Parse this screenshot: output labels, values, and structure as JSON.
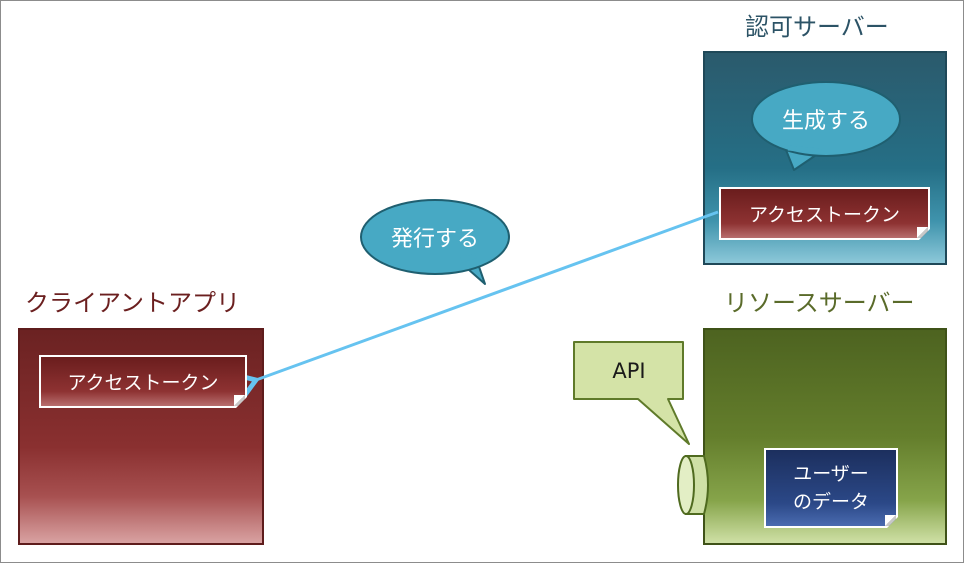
{
  "servers": {
    "auth": {
      "title": "認可サーバー",
      "token_label": "アクセストークン",
      "bubble": "生成する"
    },
    "client": {
      "title": "クライアントアプリ",
      "token_label": "アクセストークン"
    },
    "resource": {
      "title": "リソースサーバー",
      "bubble": "API",
      "data_line1": "ユーザー",
      "data_line2": "のデータ"
    }
  },
  "flow": {
    "issue_bubble": "発行する"
  },
  "colors": {
    "auth": "#256f86",
    "client": "#8a3030",
    "resource": "#647e2c",
    "arrow": "#66c3f0",
    "bubble_blue": "#47a9c4",
    "bubble_green": "#d4e3a7"
  }
}
